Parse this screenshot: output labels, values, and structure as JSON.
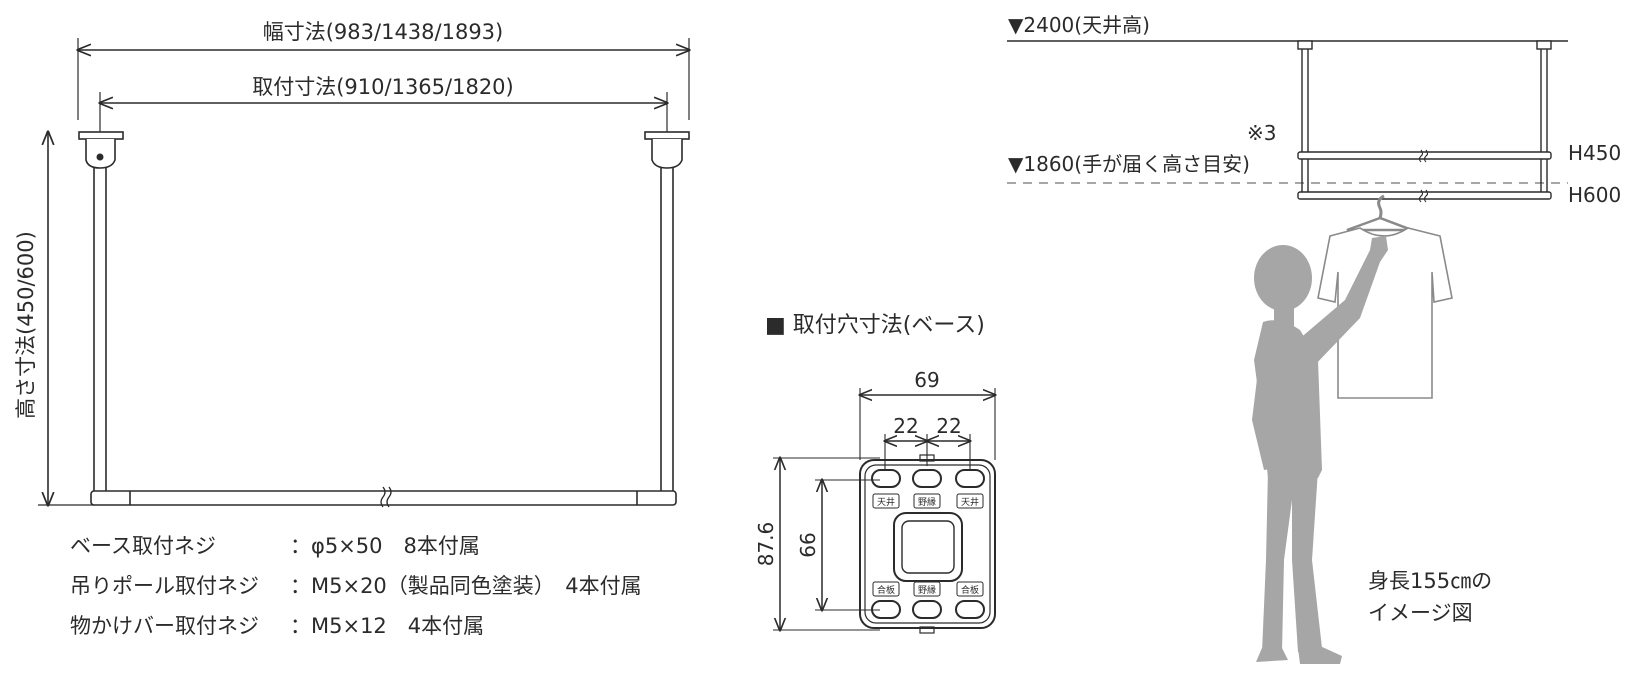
{
  "left_diagram": {
    "width_label": "幅寸法(983/1438/1893)",
    "mount_label": "取付寸法(910/1365/1820)",
    "height_label": "高さ寸法(450/600)"
  },
  "screws": [
    {
      "name": "ベース取付ネジ",
      "spec": "：φ5×50　8本付属"
    },
    {
      "name": "吊りポール取付ネジ",
      "spec": "：M5×20（製品同色塗装）　4本付属"
    },
    {
      "name": "物かけバー取付ネジ",
      "spec": "：M5×12　4本付属"
    }
  ],
  "base_diagram": {
    "title": "■ 取付穴寸法(ベース)",
    "dim_width": "69",
    "dim_pitch_left": "22",
    "dim_pitch_right": "22",
    "dim_height": "87.6",
    "dim_inner_height": "66",
    "tag_top_left": "天井",
    "tag_top_center": "野縁",
    "tag_top_right": "天井",
    "tag_bottom_left": "合板",
    "tag_bottom_center": "野縁",
    "tag_bottom_right": "合板"
  },
  "right_diagram": {
    "ceiling_label": "▼2400(天井高)",
    "note_label": "※3",
    "reach_label": "▼1860(手が届く高さ目安)",
    "h450_label": "H450",
    "h600_label": "H600",
    "figure_caption_line1": "身長155㎝の",
    "figure_caption_line2": "イメージ図"
  },
  "colors": {
    "line": "#2b2b2b",
    "person": "#a6a6a6",
    "shirt_outline": "#8a8a8a",
    "dash": "#888888"
  }
}
